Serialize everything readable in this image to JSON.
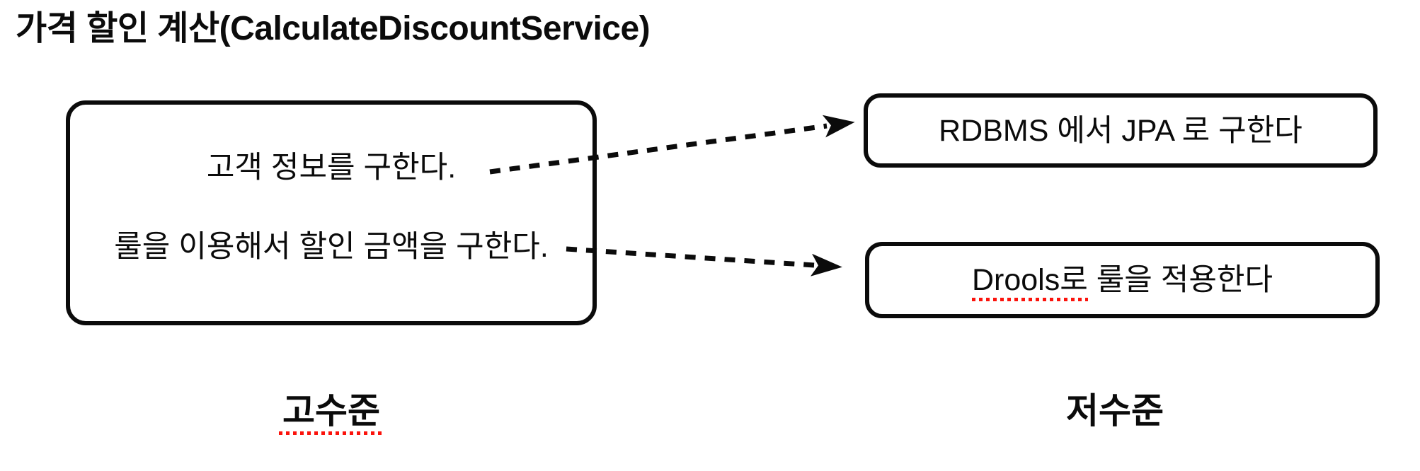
{
  "title": "가격 할인 계산(CalculateDiscountService)",
  "high_level": {
    "label": "고수준",
    "box_lines": [
      "고객 정보를 구한다.",
      "룰을 이용해서 할인 금액을 구한다."
    ]
  },
  "low_level": {
    "label": "저수준",
    "boxes": [
      {
        "text": "RDBMS 에서 JPA 로 구한다"
      },
      {
        "underlined": "Drools로",
        "rest": " 룰을 적용한다"
      }
    ]
  },
  "arrows": [
    {
      "style": "dashed",
      "from": "고객 정보를 구한다.",
      "to": "RDBMS 에서 JPA 로 구한다"
    },
    {
      "style": "dashed",
      "from": "룰을 이용해서 할인 금액을 구한다.",
      "to": "Drools로 룰을 적용한다"
    }
  ],
  "colors": {
    "background": "#ffffff",
    "ink": "#0b0b0b",
    "spellcheck_red": "#fb130c"
  }
}
